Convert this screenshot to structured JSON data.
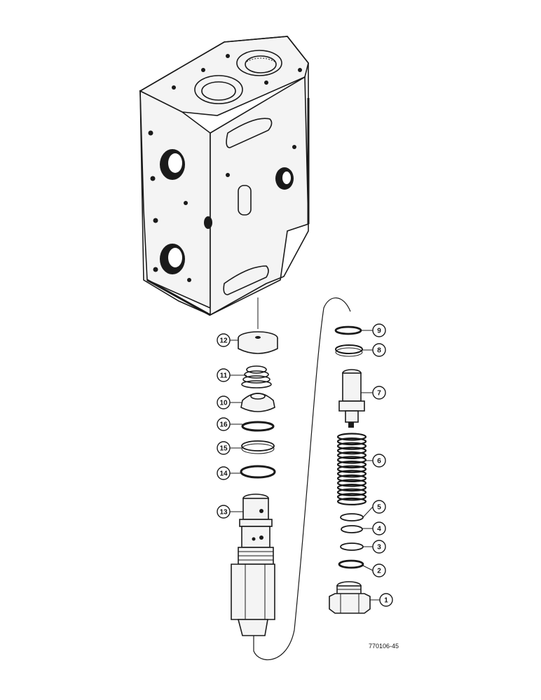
{
  "diagram": {
    "reference_number": "770106-45",
    "callouts": [
      "1",
      "2",
      "3",
      "4",
      "5",
      "6",
      "7",
      "8",
      "9",
      "10",
      "11",
      "12",
      "13",
      "14",
      "15",
      "16"
    ]
  }
}
